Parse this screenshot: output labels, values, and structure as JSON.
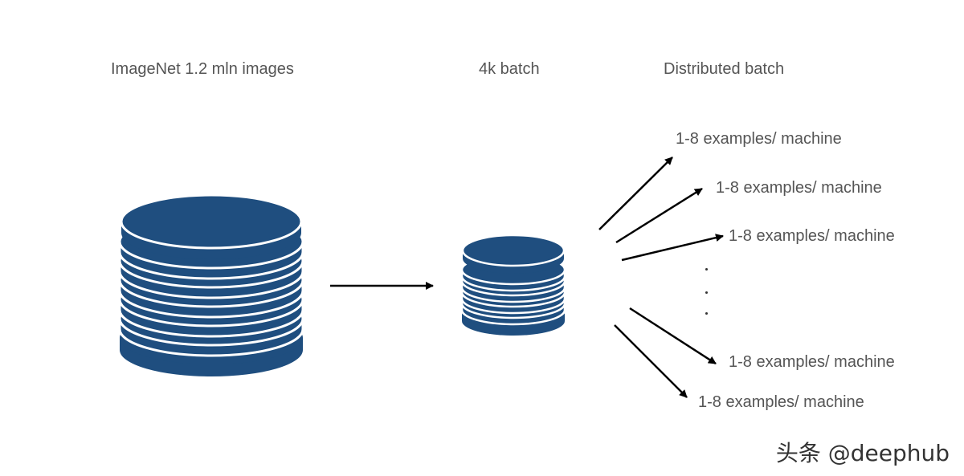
{
  "titles": {
    "dataset": "ImageNet 1.2 mln images",
    "batch": "4k batch",
    "distributed": "Distributed batch"
  },
  "examples": [
    "1-8 examples/ machine",
    "1-8 examples/ machine",
    "1-8 examples/ machine",
    "1-8 examples/ machine",
    "1-8 examples/ machine"
  ],
  "colors": {
    "database": "#1f4e7f",
    "text": "#555555",
    "arrow": "#000000"
  },
  "icons": {
    "dataset": "database-icon",
    "batch": "database-icon"
  },
  "watermark": "头条 @deephub"
}
